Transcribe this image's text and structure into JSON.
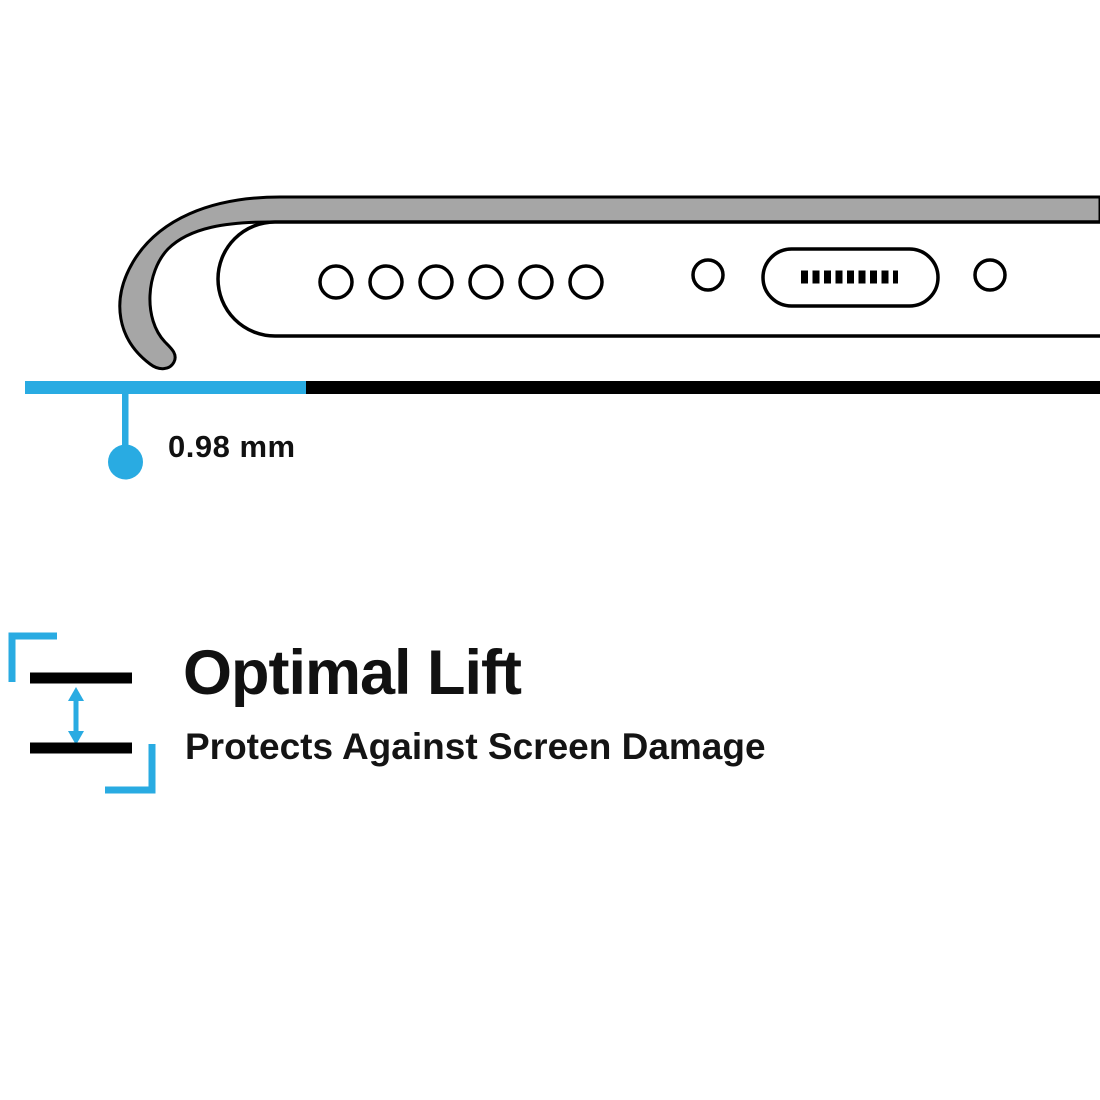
{
  "colors": {
    "accent": "#29ABE2",
    "ink": "#000000",
    "case_gray": "#A6A6A6",
    "background": "#FFFFFF"
  },
  "diagram": {
    "description": "Bottom edge of phone inside case showing raised front lip",
    "speaker_holes": 6,
    "measurement": {
      "value": "0.98 mm"
    }
  },
  "feature": {
    "title": "Optimal Lift",
    "subtitle": "Protects Against Screen Damage",
    "icon": "double-vertical-arrow-between-bars-icon"
  }
}
